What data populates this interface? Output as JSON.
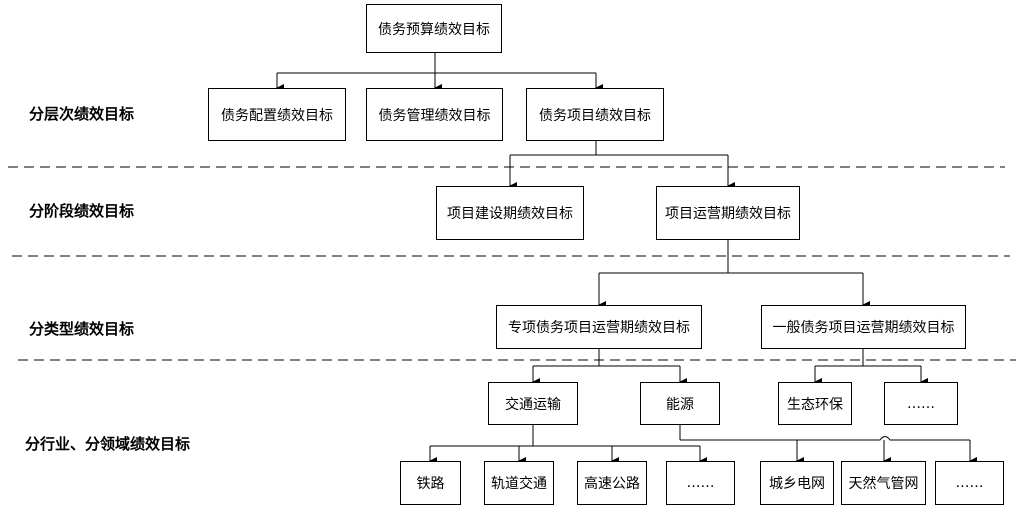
{
  "levels": {
    "hierarchy": "分层次绩效目标",
    "stage": "分阶段绩效目标",
    "type": "分类型绩效目标",
    "industry": "分行业、分领域绩效目标"
  },
  "nodes": {
    "root": "债务预算绩效目标",
    "allocation": "债务配置绩效目标",
    "management": "债务管理绩效目标",
    "project": "债务项目绩效目标",
    "construction": "项目建设期绩效目标",
    "operation": "项目运营期绩效目标",
    "special": "专项债务项目运营期绩效目标",
    "general": "一般债务项目运营期绩效目标",
    "transport": "交通运输",
    "energy": "能源",
    "ecology": "生态环保",
    "type_more": "……",
    "railway": "铁路",
    "rail_transit": "轨道交通",
    "highway": "高速公路",
    "transport_more": "……",
    "power_grid": "城乡电网",
    "gas_pipeline": "天然气管网",
    "energy_more": "……"
  }
}
